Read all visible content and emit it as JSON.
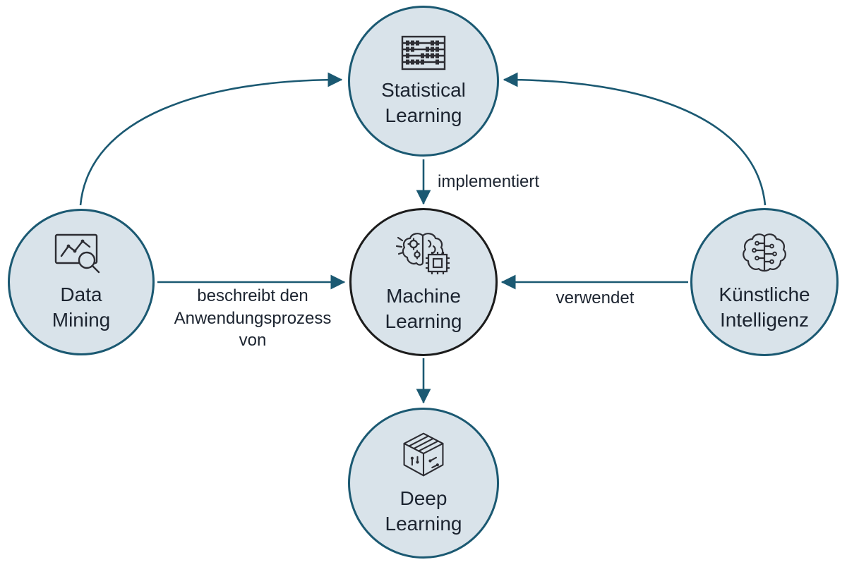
{
  "diagram": {
    "title": "Machine Learning concept relationship diagram",
    "nodes": {
      "statistical_learning": {
        "lines": [
          "Statistical",
          "Learning"
        ],
        "icon": "abacus-icon"
      },
      "data_mining": {
        "lines": [
          "Data",
          "Mining"
        ],
        "icon": "data-mining-icon"
      },
      "machine_learning": {
        "lines": [
          "Machine",
          "Learning"
        ],
        "icon": "brain-chip-icon"
      },
      "kuenstliche_intelligenz": {
        "lines": [
          "Künstliche",
          "Intelligenz"
        ],
        "icon": "ai-brain-circuit-icon"
      },
      "deep_learning": {
        "lines": [
          "Deep",
          "Learning"
        ],
        "icon": "deep-learning-cube-icon"
      }
    },
    "edges": {
      "implementiert": {
        "label": "implementiert"
      },
      "beschreibt": {
        "lines": [
          "beschreibt den",
          "Anwendungsprozess",
          "von"
        ]
      },
      "verwendet": {
        "label": "verwendet"
      }
    },
    "colors": {
      "node_fill": "#d9e3ea",
      "node_border": "#1b5972",
      "machine_learning_border": "#1c1c1c",
      "arrow": "#1b5972",
      "text": "#1c2430",
      "icon_stroke": "#2d2d33"
    }
  }
}
